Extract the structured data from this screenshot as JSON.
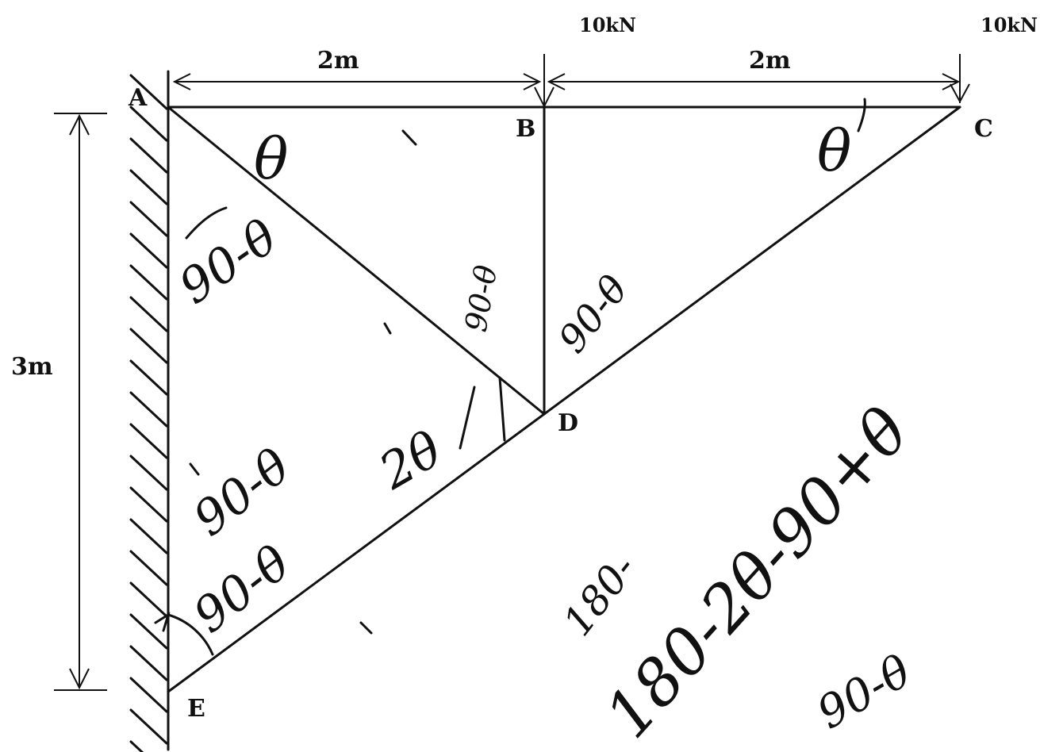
{
  "joints": {
    "A": "A",
    "B": "B",
    "C": "C",
    "D": "D",
    "E": "E"
  },
  "loads": {
    "at_B": "10kN",
    "at_C": "10kN"
  },
  "dimensions": {
    "span_AB": "2m",
    "span_BC": "2m",
    "height_AE": "3m"
  },
  "handwritten_annotations": {
    "theta_at_A": "θ",
    "angle_A_lower": "90-θ",
    "angle_B_left": "90-θ",
    "angle_B_right": "90-θ",
    "theta_at_C": "θ",
    "two_theta_at_D": "2θ",
    "angle_E_upper": "90-θ",
    "angle_E_lower": "90-θ",
    "note_180": "180-",
    "expression_long": "180-2θ-90+θ",
    "expression_short": "90-θ"
  }
}
